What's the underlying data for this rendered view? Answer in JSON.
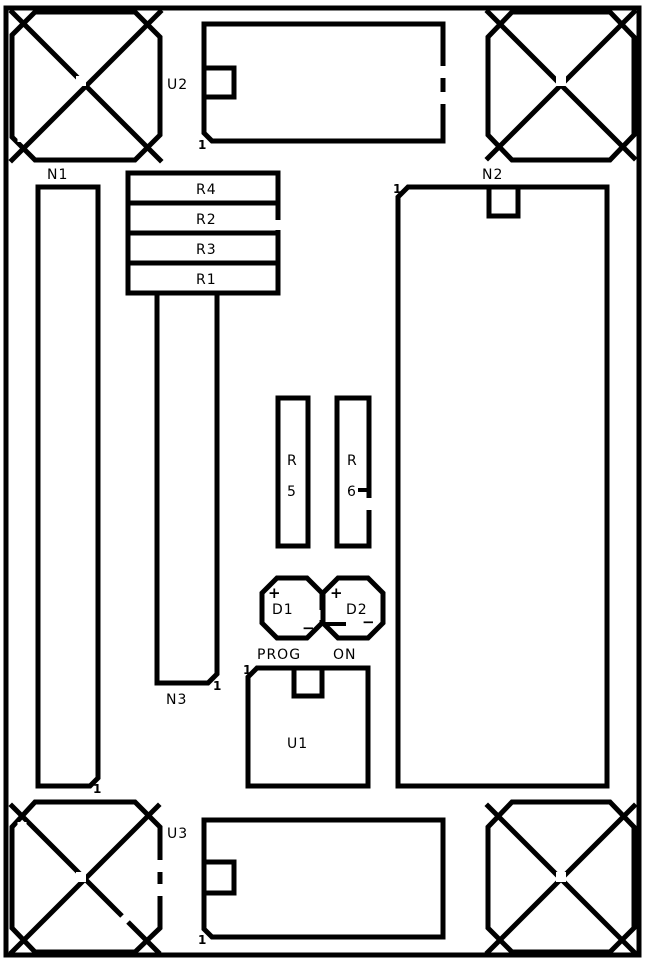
{
  "board": {
    "components": {
      "u2": {
        "ref": "U2",
        "pin1": "1"
      },
      "u3": {
        "ref": "U3",
        "pin1": "1"
      },
      "n1": {
        "ref": "N1",
        "pin1": "1"
      },
      "n2": {
        "ref": "N2",
        "pin1": "1"
      },
      "n3": {
        "ref": "N3",
        "pin1": "1"
      },
      "r4": {
        "ref": "R4"
      },
      "r2": {
        "ref": "R2"
      },
      "r3": {
        "ref": "R3"
      },
      "r1": {
        "ref": "R1"
      },
      "r5": {
        "ref_line1": "R",
        "ref_line2": "5"
      },
      "r6": {
        "ref_line1": "R",
        "ref_line2": "6"
      },
      "d1": {
        "ref": "D1",
        "plus": "+",
        "minus": "−"
      },
      "d2": {
        "ref": "D2",
        "plus": "+",
        "minus": "−"
      },
      "u1": {
        "ref": "U1",
        "pin1": "1"
      }
    },
    "silk_labels": {
      "prog": "PROG",
      "on": "ON"
    }
  }
}
